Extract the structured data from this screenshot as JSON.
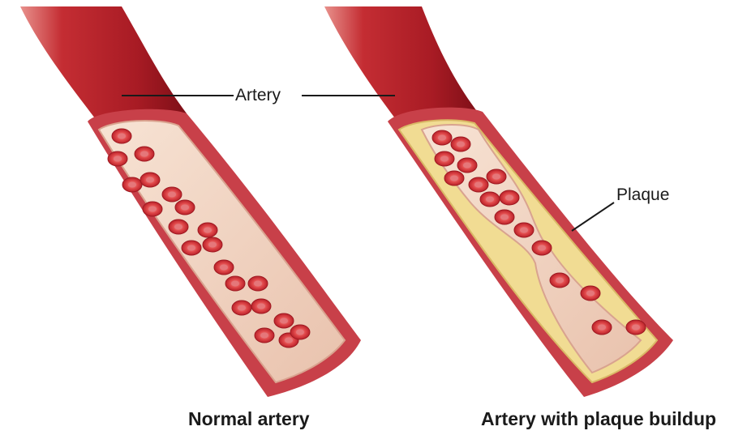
{
  "labels": {
    "artery": "Artery",
    "plaque": "Plaque"
  },
  "captions": {
    "normal": "Normal artery",
    "plaque": "Artery with plaque buildup"
  },
  "colors": {
    "artery_wall": "#b5242c",
    "lumen": "#f3d7c6",
    "blood_cell": "#d63a3f",
    "plaque": "#f1dc93"
  }
}
